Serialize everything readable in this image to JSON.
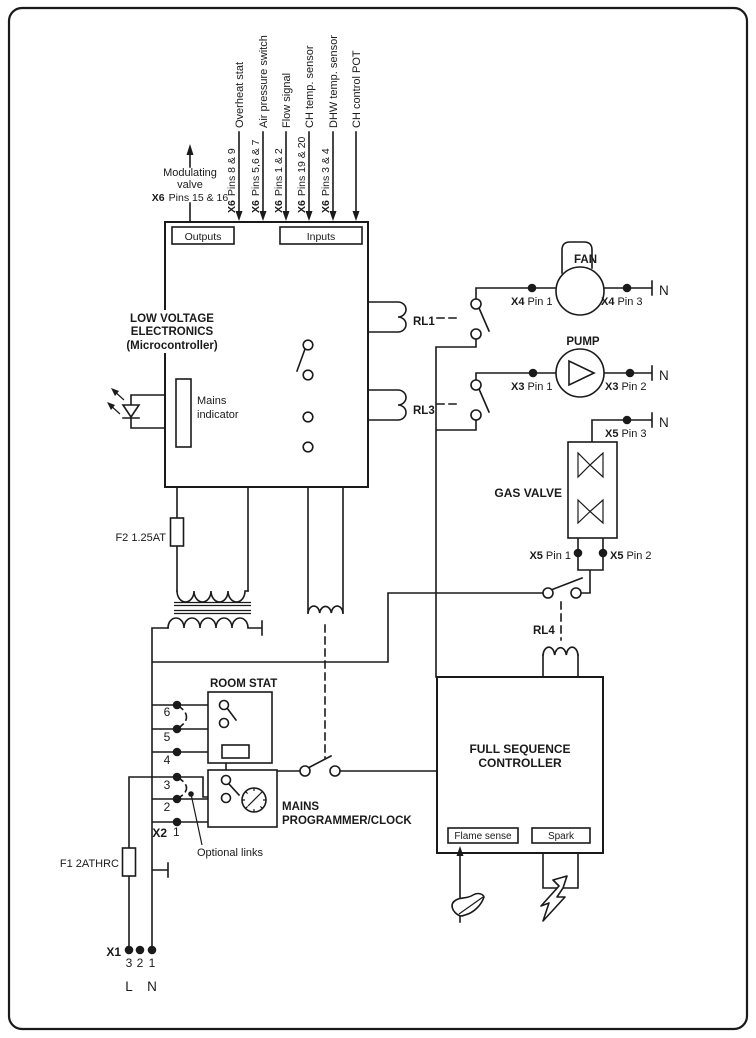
{
  "colors": {
    "ink": "#1a1a1a",
    "background": "#ffffff"
  },
  "top_output": {
    "line1": "Modulating",
    "line2": "valve",
    "connector": "X6",
    "pins": "Pins 15 & 16"
  },
  "top_inputs": [
    {
      "name": "Overheat stat",
      "connector": "X6",
      "pins": "Pins 8 & 9"
    },
    {
      "name": "Air pressure switch",
      "connector": "X6",
      "pins": "Pins 5,6 & 7"
    },
    {
      "name": "Flow signal",
      "connector": "X6",
      "pins": "Pins 1 & 2"
    },
    {
      "name": "CH temp. sensor",
      "connector": "X6",
      "pins": "Pins 19 & 20"
    },
    {
      "name": "DHW temp. sensor",
      "connector": "X6",
      "pins": "Pins 3 & 4"
    },
    {
      "name": "CH control POT",
      "connector": "",
      "pins": ""
    }
  ],
  "lve_box": {
    "outputs_label": "Outputs",
    "inputs_label": "Inputs",
    "title1": "LOW VOLTAGE",
    "title2": "ELECTRONICS",
    "title3": "(Microcontroller)",
    "mains_indicator1": "Mains",
    "mains_indicator2": "indicator"
  },
  "relays": {
    "rl1": "RL1",
    "rl3": "RL3",
    "rl4": "RL4"
  },
  "fan": {
    "label": "FAN",
    "left_connector": "X4",
    "left_pin": "Pin 1",
    "right_connector": "X4",
    "right_pin": "Pin 3",
    "neutral": "N"
  },
  "pump": {
    "label": "PUMP",
    "left_connector": "X3",
    "left_pin": "Pin 1",
    "right_connector": "X3",
    "right_pin": "Pin 2",
    "neutral": "N"
  },
  "gas_valve": {
    "label": "GAS VALVE",
    "top_connector": "X5",
    "top_pin": "Pin 3",
    "top_neutral": "N",
    "left_connector": "X5",
    "left_pin": "Pin 1",
    "right_connector": "X5",
    "right_pin": "Pin 2"
  },
  "fuses": {
    "f2": "F2 1.25AT",
    "f1": "F1 2ATHRC"
  },
  "room_stat": {
    "label": "ROOM STAT"
  },
  "programmer": {
    "label1": "MAINS",
    "label2": "PROGRAMMER/CLOCK"
  },
  "optional_links_label": "Optional links",
  "x2_terminal": {
    "label": "X2",
    "numbers": [
      "6",
      "5",
      "4",
      "3",
      "2",
      "1"
    ]
  },
  "x1_terminal": {
    "label": "X1",
    "numbers": [
      "3",
      "2",
      "1"
    ],
    "live": "L",
    "neutral": "N"
  },
  "controller": {
    "title1": "FULL SEQUENCE",
    "title2": "CONTROLLER",
    "flame_sense": "Flame sense",
    "spark": "Spark"
  }
}
